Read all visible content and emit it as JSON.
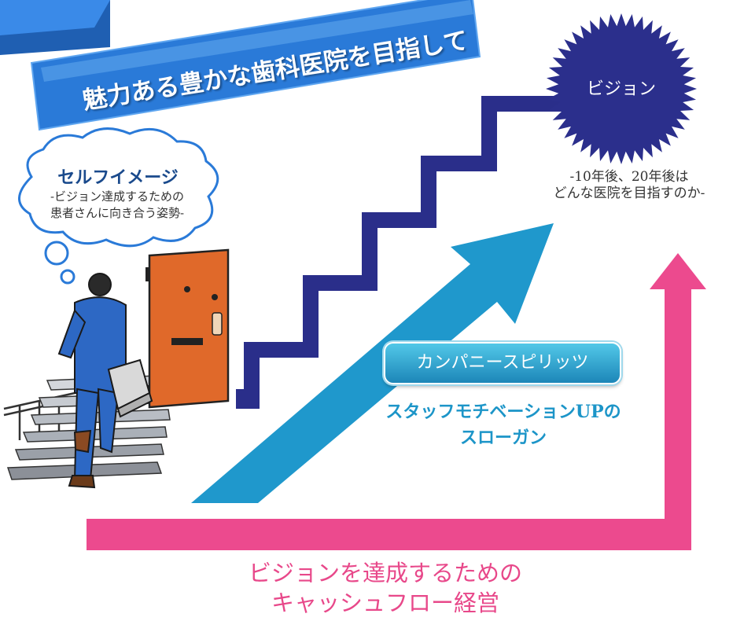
{
  "banner": {
    "title": "魅力ある豊かな歯科医院を目指して"
  },
  "vision": {
    "label": "ビジョン",
    "sub_line1": "-10年後、20年後は",
    "sub_line2": "どんな医院を目指すのか-"
  },
  "self_image": {
    "title": "セルフイメージ",
    "sub_line1": "-ビジョン達成するための",
    "sub_line2": "患者さんに向き合う姿勢-"
  },
  "company_spirit": {
    "label": "カンパニースピリッツ",
    "sub_line1": "スタッフモチベーションUPの",
    "sub_line2": "スローガン"
  },
  "cashflow": {
    "line1": "ビジョンを達成するための",
    "line2": "キャッシュフロー経営"
  },
  "colors": {
    "banner": "#2a7ad8",
    "stairs": "#2a2e8a",
    "vision_burst": "#2b2f8c",
    "spirit_arrow": "#1f98cc",
    "cashflow_arrow": "#ec4a8e",
    "door": "#e0692a",
    "suit": "#2d68c4"
  },
  "icons": {
    "door": "door-icon",
    "person": "businessman-icon",
    "briefcase": "briefcase-icon",
    "railing": "stair-railing-icon"
  }
}
